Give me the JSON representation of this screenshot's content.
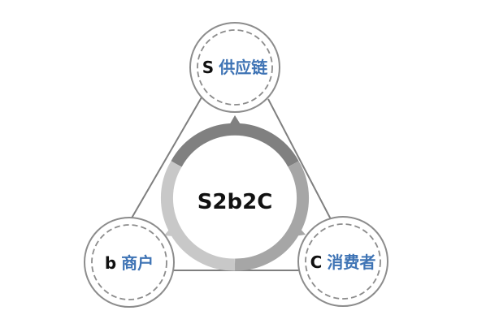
{
  "diagram": {
    "center": {
      "label": "S2b2C"
    },
    "nodes": [
      {
        "id": "supply",
        "letter": "S",
        "word": "供应链"
      },
      {
        "id": "merchant",
        "letter": "b",
        "word": "商户"
      },
      {
        "id": "consumer",
        "letter": "C",
        "word": "消费者"
      }
    ],
    "colors": {
      "line": "#7f7f7f",
      "node_stroke": "#8c8c8c",
      "node_word": "#3f74b5",
      "ring_dark": "#808080",
      "ring_mid": "#a6a6a6",
      "ring_light": "#c8c8c8"
    }
  }
}
